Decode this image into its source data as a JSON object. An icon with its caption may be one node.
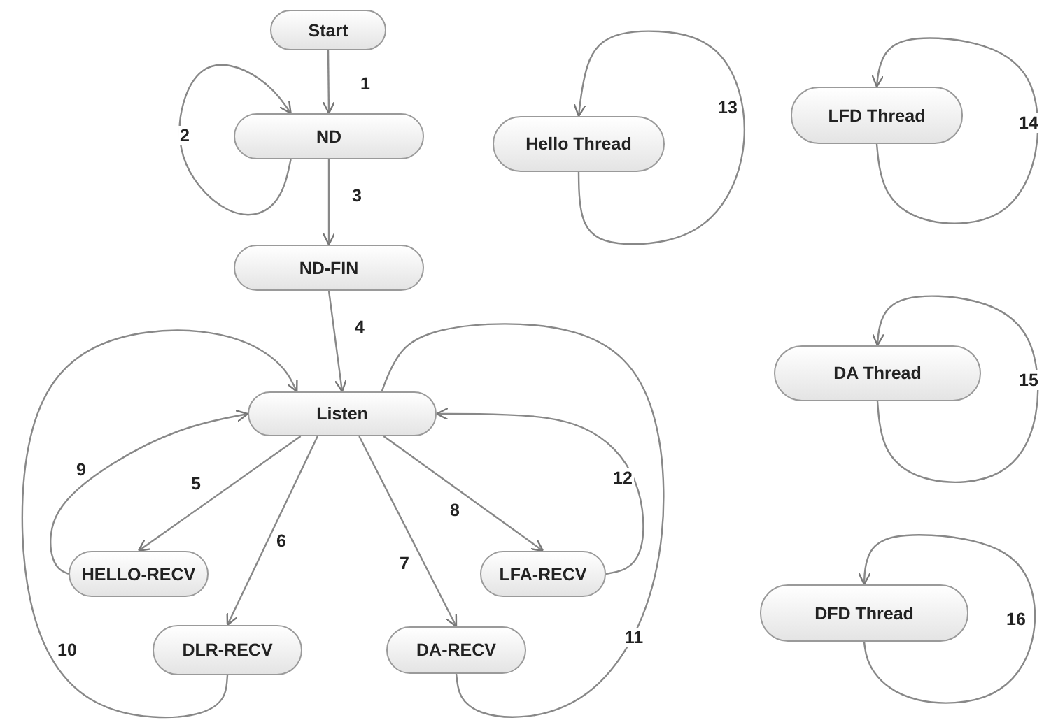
{
  "diagram": {
    "nodes": [
      {
        "text": [
          "Start"
        ]
      },
      {
        "text": [
          "ND"
        ]
      },
      {
        "text": [
          "ND-FIN"
        ]
      },
      {
        "text": [
          "Listen"
        ]
      },
      {
        "text": [
          "Hello Thread"
        ]
      },
      {
        "text": [
          "LFD Thread"
        ]
      },
      {
        "text": [
          "DA Thread"
        ]
      },
      {
        "text": [
          "DFD Thread"
        ]
      },
      {
        "text": [
          "HELLO-RECV"
        ]
      },
      {
        "text": [
          "DLR-RECV"
        ]
      },
      {
        "text": [
          "DA-RECV"
        ]
      },
      {
        "text": [
          "LFA-RECV"
        ]
      }
    ],
    "edges": [
      {
        "from": 0,
        "to": 1,
        "arrow": "to",
        "label": "1"
      },
      {
        "from": 1,
        "to": 1,
        "arrow": "to",
        "label": "2"
      },
      {
        "from": 1,
        "to": 2,
        "arrow": "to",
        "label": "3"
      },
      {
        "from": 2,
        "to": 3,
        "arrow": "to",
        "label": "4"
      },
      {
        "from": 3,
        "to": 8,
        "arrow": "to",
        "label": "5"
      },
      {
        "from": 3,
        "to": 9,
        "arrow": "to",
        "label": "6"
      },
      {
        "from": 3,
        "to": 10,
        "arrow": "to",
        "label": "7"
      },
      {
        "from": 3,
        "to": 11,
        "arrow": "to",
        "label": "8"
      },
      {
        "from": 8,
        "to": 3,
        "arrow": "to",
        "label": "9"
      },
      {
        "from": 9,
        "to": 3,
        "arrow": "to",
        "label": "10"
      },
      {
        "from": 10,
        "to": 3,
        "arrow": "none",
        "label": "11"
      },
      {
        "from": 11,
        "to": 3,
        "arrow": "to",
        "label": "12"
      },
      {
        "from": 4,
        "to": 4,
        "arrow": "to",
        "label": "13"
      },
      {
        "from": 5,
        "to": 5,
        "arrow": "to",
        "label": "14"
      },
      {
        "from": 6,
        "to": 6,
        "arrow": "to",
        "label": "15"
      },
      {
        "from": 7,
        "to": 7,
        "arrow": "to",
        "label": "16"
      }
    ]
  }
}
